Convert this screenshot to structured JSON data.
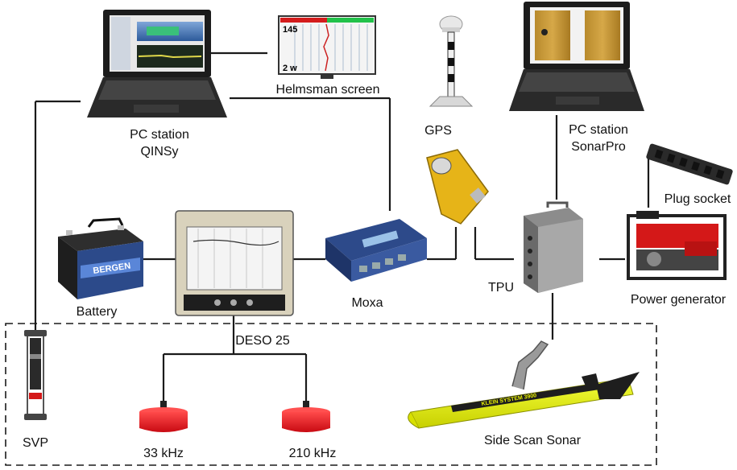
{
  "labels": {
    "pc_qinsy_line1": "PC station",
    "pc_qinsy_line2": "QINSy",
    "helmsman": "Helmsman screen",
    "gps": "GPS",
    "pc_sonarpro_line1": "PC station",
    "pc_sonarpro_line2": "SonarPro",
    "plug_socket": "Plug socket",
    "battery": "Battery",
    "moxa": "Moxa",
    "tpu": "TPU",
    "power_generator": "Power generator",
    "deso": "DESO 25",
    "svp": "SVP",
    "freq_33": "33 kHz",
    "freq_210": "210 kHz",
    "side_scan": "Side Scan Sonar"
  },
  "helmsman_display": {
    "top_value": "145",
    "bottom_value": "2 w"
  },
  "battery_brand": "BERGEN",
  "sonar_text": "KLEIN SYSTEM 3900",
  "colors": {
    "sonar_yellow": "#e8f000",
    "transducer_red": "#e8141c",
    "gps_yellow": "#e6b418",
    "line": "#1a1a1a"
  }
}
